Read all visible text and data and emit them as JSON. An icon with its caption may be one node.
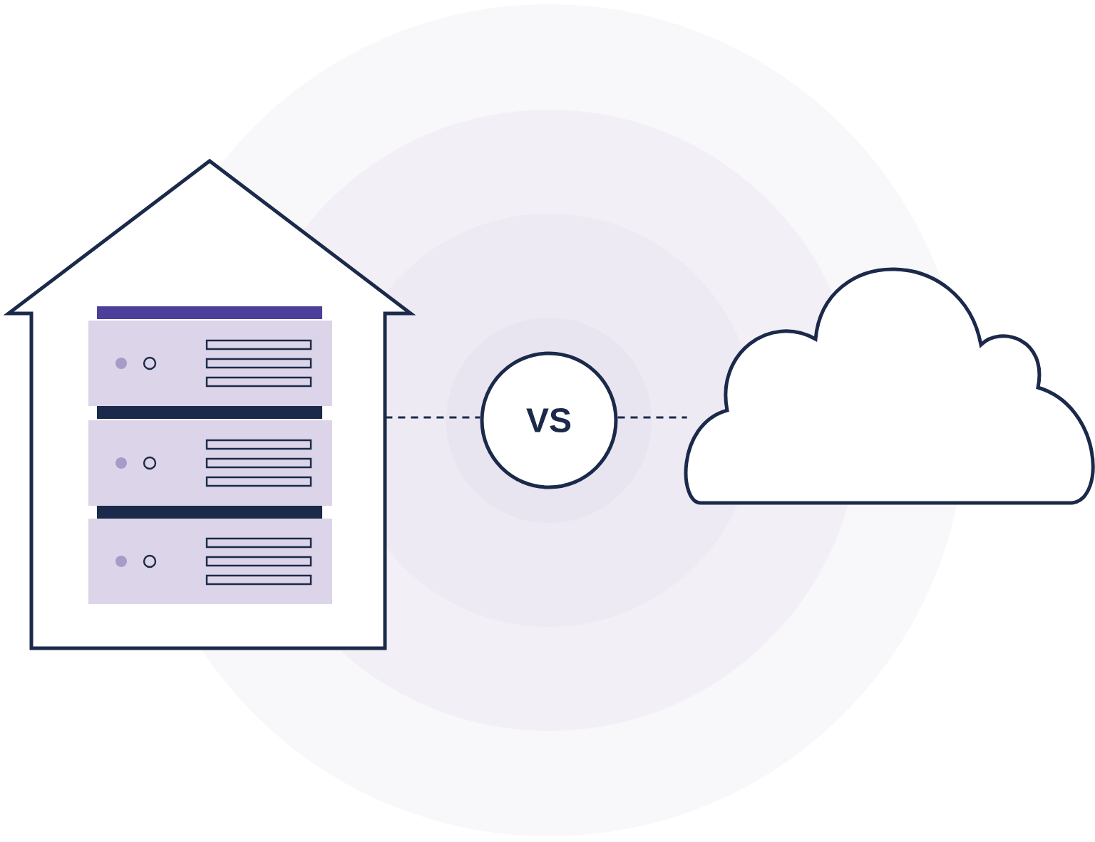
{
  "diagram": {
    "nodes": [
      {
        "text": [],
        "shape": "house"
      },
      {
        "text": [
          "VS"
        ]
      },
      {
        "text": [],
        "shape": "cloud"
      }
    ],
    "edges": [
      {
        "from": 0,
        "to": 1,
        "arrow": "none",
        "style": "dashed"
      },
      {
        "from": 1,
        "to": 2,
        "arrow": "none",
        "style": "dashed"
      }
    ]
  }
}
